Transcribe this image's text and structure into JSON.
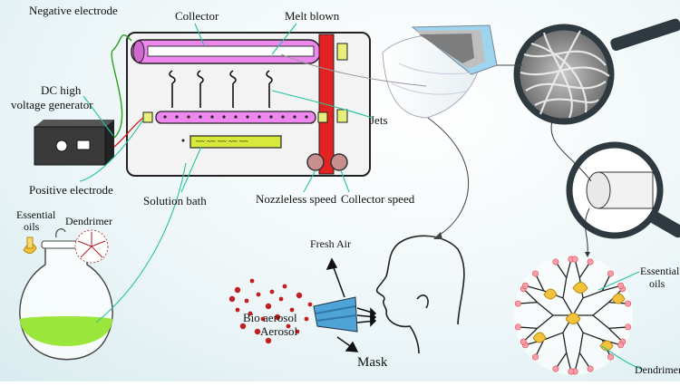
{
  "labels": {
    "negative_electrode": "Negative electrode",
    "collector": "Collector",
    "melt_blown": "Melt blown",
    "dc_high_voltage_line1": "DC high",
    "dc_high_voltage_line2": "voltage generator",
    "jets": "Jets",
    "positive_electrode": "Positive electrode",
    "solution_bath": "Solution bath",
    "nozzleless_speed": "Nozzleless speed",
    "collector_speed": "Collector speed",
    "essential_oils_left_line1": "Essential",
    "essential_oils_left_line2": "oils",
    "dendrimer_left": "Dendrimer",
    "fresh_air": "Fresh Air",
    "bio_aerosol_line1": "Bio aerosol",
    "bio_aerosol_line2": "Aerosol",
    "mask": "Mask",
    "essential_oils_right_line1": "Essential",
    "essential_oils_right_line2": "oils",
    "dendrimer_right": "Dendrimer"
  },
  "colors": {
    "collector": "#ee88ee",
    "melt_blown_bar": "#e42222",
    "solution_bath": "#d7ea3c",
    "flask_liquid": "#9be63a",
    "leader_line": "#22c4a0",
    "dendrimer_tip": "#ff9aa8",
    "essential_oil_drop": "#f2c23a"
  }
}
